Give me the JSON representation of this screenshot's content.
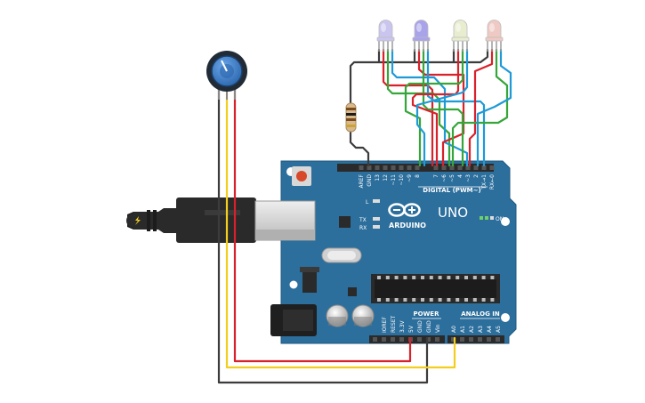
{
  "board": {
    "model": "UNO",
    "brand": "ARDUINO",
    "on_label": "ON",
    "digital_header_label": "DIGITAL (PWM~)",
    "power_header_label": "POWER",
    "analog_header_label": "ANALOG IN",
    "led_labels": {
      "l": "L",
      "tx": "TX",
      "rx": "RX"
    },
    "digital_pins": [
      "AREF",
      "GND",
      "13",
      "12",
      "~11",
      "~10",
      "~9",
      "8",
      "7",
      "~6",
      "~5",
      "4",
      "~3",
      "2",
      "TX→1",
      "RX←0"
    ],
    "power_pins": [
      "IOREF",
      "RESET",
      "3.3V",
      "5V",
      "GND",
      "GND",
      "Vin"
    ],
    "analog_pins": [
      "A0",
      "A1",
      "A2",
      "A3",
      "A4",
      "A5"
    ]
  },
  "leds": [
    {
      "name": "led-1",
      "color": "#c9c5ef"
    },
    {
      "name": "led-2",
      "color": "#a9a3ea"
    },
    {
      "name": "led-3",
      "color": "#e9edcf"
    },
    {
      "name": "led-4",
      "color": "#efc9c3"
    }
  ],
  "colors": {
    "board": "#2c6e9c",
    "board_dark": "#215a82",
    "wire_black": "#3c3c3c",
    "wire_red": "#d8212a",
    "wire_green": "#36a63a",
    "wire_blue": "#1e9ad6",
    "wire_yellow": "#f2cf1d",
    "potentiometer_knob": "#3b7cc4"
  }
}
